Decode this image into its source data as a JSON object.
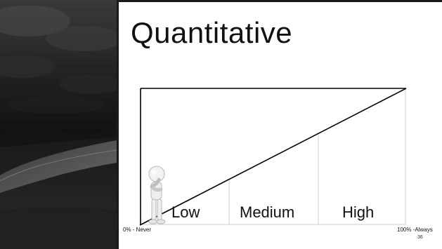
{
  "slide": {
    "title": "Quantitative",
    "page_number": "36"
  },
  "diagram": {
    "bands": [
      {
        "label": "Low"
      },
      {
        "label": "Medium"
      },
      {
        "label": "High"
      }
    ],
    "axis": {
      "left_label": "0% - Never",
      "right_label": "100% -Always"
    }
  },
  "icons": {
    "figure": "stick-figure-thinking-icon",
    "photo": "dark-road-landscape-image"
  },
  "colors": {
    "frame": "#1a1a1a",
    "line": "#000000",
    "grid": "#cfcfcf"
  }
}
